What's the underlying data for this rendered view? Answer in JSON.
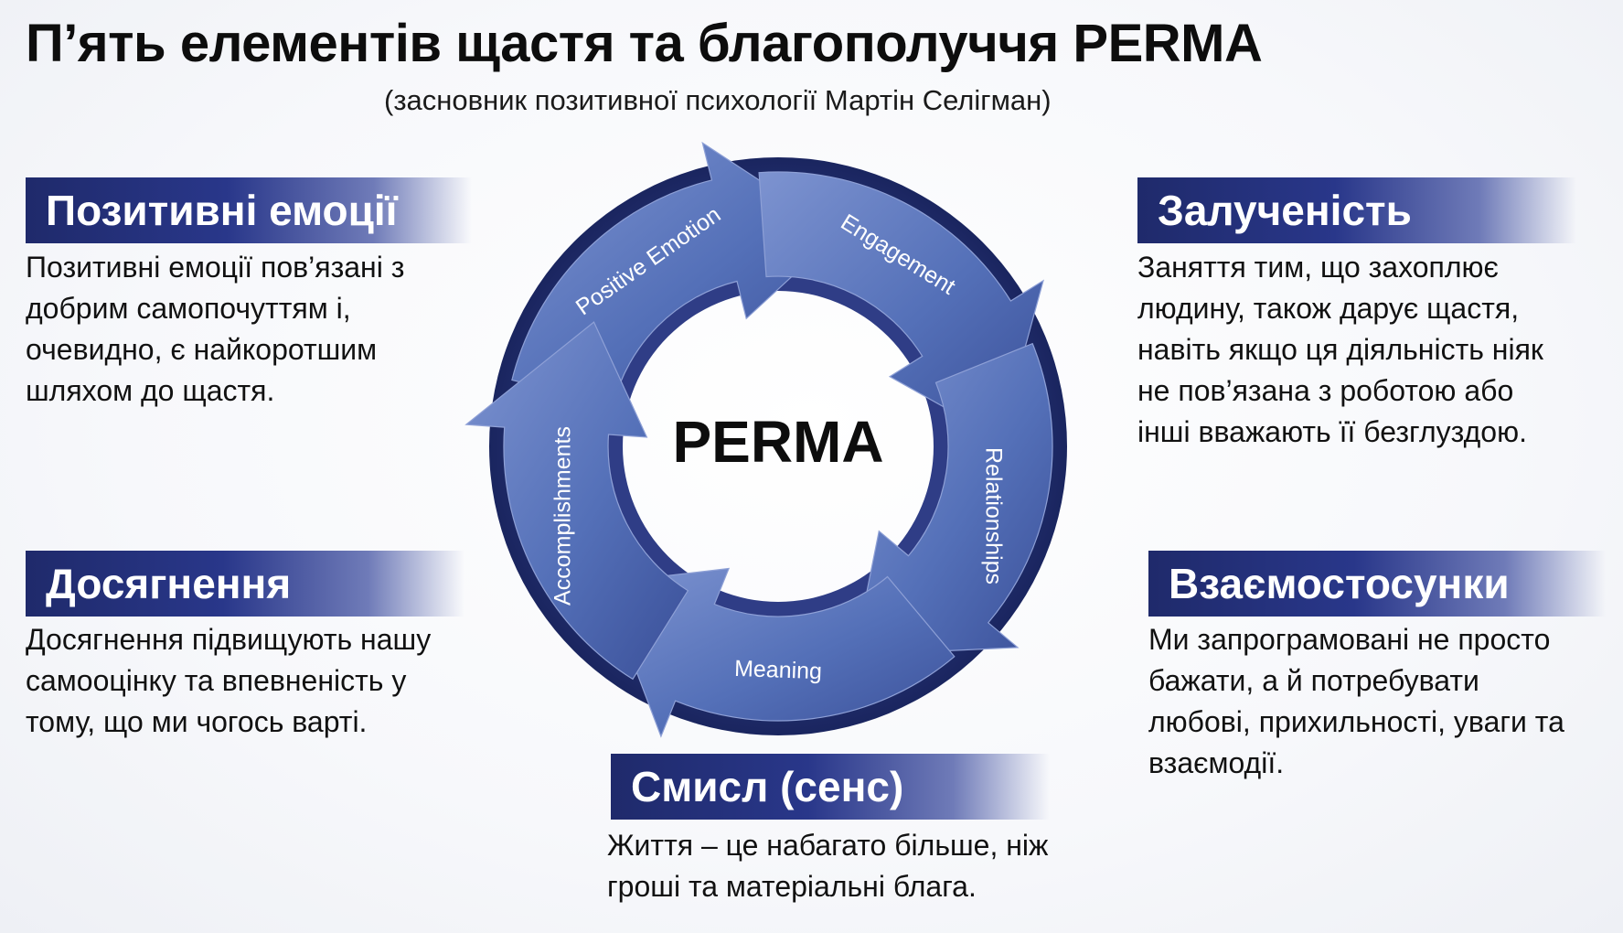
{
  "title": "П’ять елементів щастя та благополуччя PERMA",
  "subtitle": "(засновник позитивної психології Мартін Селігман)",
  "diagram": {
    "center": "PERMA",
    "segments": [
      {
        "label": "Positive Emotion"
      },
      {
        "label": "Engagement"
      },
      {
        "label": "Relationships"
      },
      {
        "label": "Meaning"
      },
      {
        "label": "Accomplishments"
      }
    ]
  },
  "elements": {
    "positive_emotions": {
      "heading": "Позитивні емоції",
      "lines": [
        "Позитивні емоції пов’язані з",
        "добрим самопочуттям і,",
        "очевидно, є найкоротшим",
        "шляхом до щастя."
      ]
    },
    "engagement": {
      "heading": "Залученість",
      "lines": [
        "Заняття тим, що захоплює",
        "людину, також дарує щастя,",
        "навіть якщо ця діяльність ніяк",
        "не пов’язана з роботою або",
        "інші вважають її безглуздою."
      ]
    },
    "accomplishments": {
      "heading": "Досягнення",
      "lines": [
        "Досягнення підвищують нашу",
        "самооцінку та впевненість у",
        "тому, що ми чогось варті."
      ]
    },
    "relationships": {
      "heading": "Взаємостосунки",
      "lines": [
        "Ми запрограмовані не просто",
        "бажати, а й потребувати",
        "любові, прихильності, уваги та",
        "взаємодії."
      ]
    },
    "meaning": {
      "heading": "Смисл (сенс)",
      "lines": [
        "Життя – це набагато більше, ніж",
        "гроші та матеріальні блага."
      ]
    }
  },
  "colors": {
    "banner_dark": "#1f2a6b",
    "ring_dark": "#1c2766",
    "arrow_light": "#6f86c6",
    "arrow_mid": "#3f58a4"
  }
}
